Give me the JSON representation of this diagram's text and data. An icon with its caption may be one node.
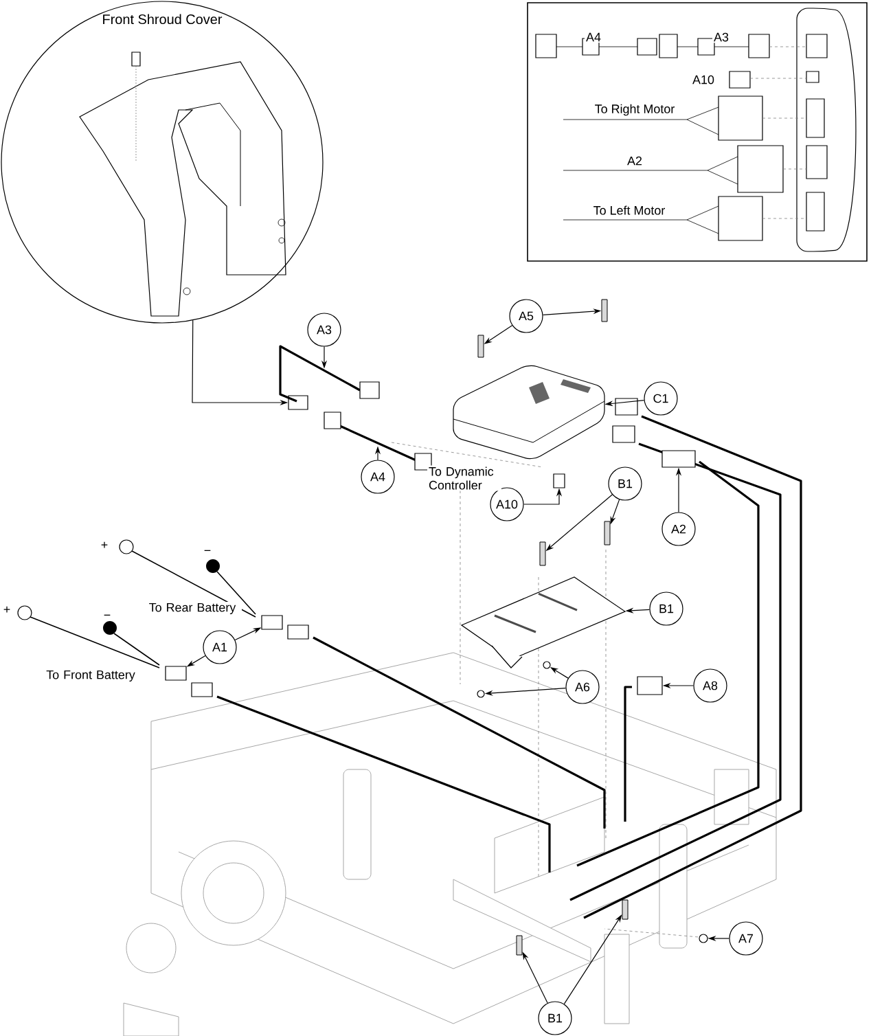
{
  "diagram": {
    "nodes": [
      {
        "text": [
          "Front Shroud Cover"
        ]
      },
      {
        "text": [
          "A3"
        ]
      },
      {
        "text": [
          "A5"
        ]
      },
      {
        "text": [
          "C1"
        ]
      },
      {
        "text": [
          "A4"
        ]
      },
      {
        "text": [
          "A10"
        ]
      },
      {
        "text": [
          "B1"
        ]
      },
      {
        "text": [
          "A2"
        ]
      },
      {
        "text": [
          "A1"
        ]
      },
      {
        "text": [
          "B1"
        ]
      },
      {
        "text": [
          "A6"
        ]
      },
      {
        "text": [
          "A8"
        ]
      },
      {
        "text": [
          "A7"
        ]
      },
      {
        "text": [
          "B1"
        ]
      },
      {
        "text": [],
        "shape": "connector"
      },
      {
        "text": [],
        "shape": "cable"
      },
      {
        "text": [],
        "shape": "screw"
      },
      {
        "text": [],
        "shape": "screw"
      },
      {
        "text": [],
        "shape": "controller"
      },
      {
        "text": [],
        "shape": "connector"
      },
      {
        "text": [],
        "shape": "cable"
      },
      {
        "text": [],
        "shape": "screw"
      },
      {
        "text": [],
        "shape": "screw"
      },
      {
        "text": [],
        "shape": "connector"
      },
      {
        "text": [],
        "shape": "connector"
      },
      {
        "text": [],
        "shape": "connector"
      },
      {
        "text": [],
        "shape": "plate"
      },
      {
        "text": [],
        "shape": "nut"
      },
      {
        "text": [],
        "shape": "nut"
      },
      {
        "text": [],
        "shape": "connector"
      },
      {
        "text": [],
        "shape": "nut"
      },
      {
        "text": [],
        "shape": "screw"
      },
      {
        "text": [],
        "shape": "screw"
      },
      {
        "text": [],
        "shape": "connector"
      },
      {
        "text": [],
        "shape": "connector"
      },
      {
        "text": [],
        "shape": "connector"
      },
      {
        "text": [],
        "shape": "connector"
      }
    ],
    "edges": [
      {
        "from": 0,
        "to": 14,
        "arrow": "to"
      },
      {
        "from": 1,
        "to": 15,
        "arrow": "to"
      },
      {
        "from": 2,
        "to": 16,
        "arrow": "to"
      },
      {
        "from": 2,
        "to": 17,
        "arrow": "to"
      },
      {
        "from": 3,
        "to": 18,
        "arrow": "to"
      },
      {
        "from": 4,
        "to": 20,
        "arrow": "to"
      },
      {
        "from": 5,
        "to": 19,
        "arrow": "to"
      },
      {
        "from": 6,
        "to": 21,
        "arrow": "to"
      },
      {
        "from": 6,
        "to": 22,
        "arrow": "to"
      },
      {
        "from": 7,
        "to": 23,
        "arrow": "to"
      },
      {
        "from": 8,
        "to": 24,
        "arrow": "to"
      },
      {
        "from": 8,
        "to": 25,
        "arrow": "to"
      },
      {
        "from": 9,
        "to": 26,
        "arrow": "to"
      },
      {
        "from": 10,
        "to": 27,
        "arrow": "to"
      },
      {
        "from": 10,
        "to": 28,
        "arrow": "to"
      },
      {
        "from": 11,
        "to": 29,
        "arrow": "to"
      },
      {
        "from": 12,
        "to": 30,
        "arrow": "to"
      },
      {
        "from": 13,
        "to": 31,
        "arrow": "to"
      },
      {
        "from": 13,
        "to": 32,
        "arrow": "to"
      }
    ],
    "labels": [
      "A4",
      "A3",
      "A10",
      "To Right Motor",
      "A2",
      "To Left Motor",
      "To Dynamic Controller",
      "+",
      "−",
      "To Rear Battery",
      "+",
      "−",
      "To Front Battery"
    ]
  }
}
